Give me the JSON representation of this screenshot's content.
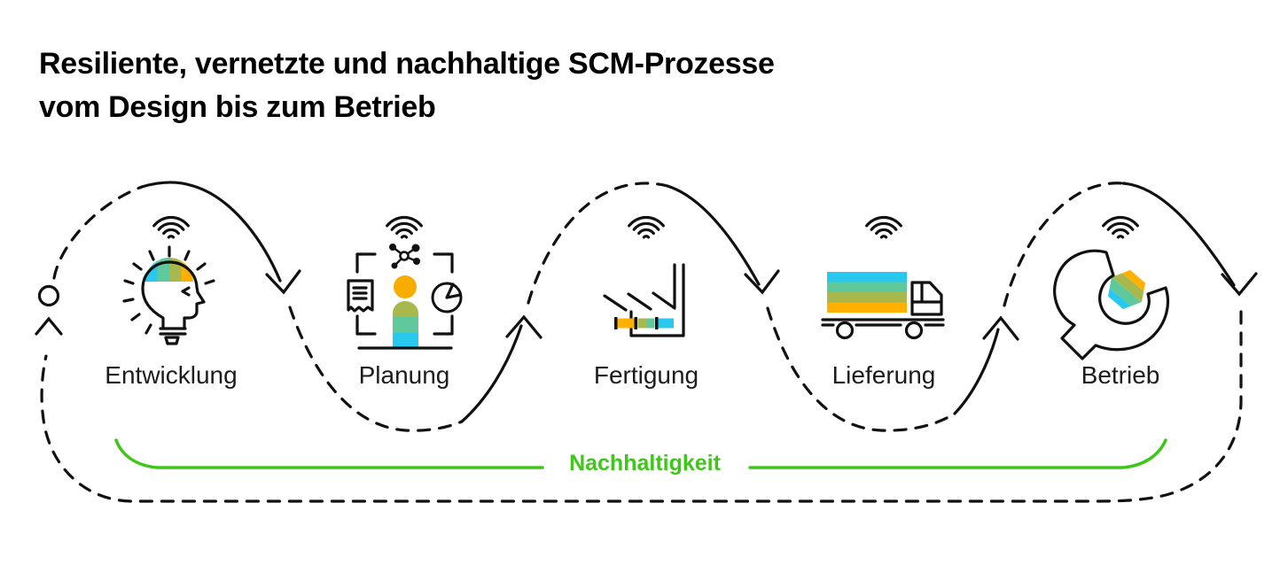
{
  "title": {
    "line1": "Resiliente, vernetzte und nachhaltige SCM-Prozesse",
    "line2": "vom Design bis zum Betrieb"
  },
  "stages": [
    {
      "id": "entwicklung",
      "label": "Entwicklung",
      "icon": "idea-head-lightbulb-icon",
      "connectivity_icon": "wifi-icon"
    },
    {
      "id": "planung",
      "label": "Planung",
      "icon": "planner-person-icon",
      "connectivity_icon": "wifi-icon"
    },
    {
      "id": "fertigung",
      "label": "Fertigung",
      "icon": "factory-icon",
      "connectivity_icon": "wifi-icon"
    },
    {
      "id": "lieferung",
      "label": "Lieferung",
      "icon": "delivery-truck-icon",
      "connectivity_icon": "wifi-icon"
    },
    {
      "id": "betrieb",
      "label": "Betrieb",
      "icon": "wrench-service-icon",
      "connectivity_icon": "wifi-icon"
    }
  ],
  "sustainability": {
    "label": "Nachhaltigkeit"
  },
  "flow": {
    "shape": "wave-loop",
    "direction": "left-to-right",
    "segment_styles": [
      "dashed",
      "solid-with-arrow"
    ],
    "start_marker": "open-circle"
  },
  "colors": {
    "accent_green": "#3EC71A",
    "cyan": "#29C8EE",
    "teal_green": "#5FC99B",
    "olive": "#A9B84D",
    "orange": "#FFB000",
    "line_black": "#111111"
  }
}
